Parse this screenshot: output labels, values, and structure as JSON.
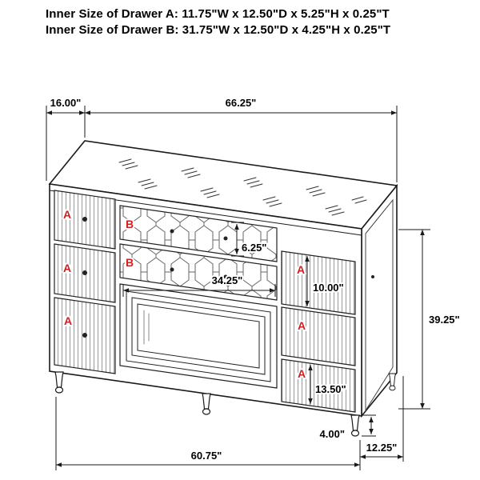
{
  "header": {
    "line1": "Inner Size of Drawer A: 11.75\"W x 12.50\"D x 5.25\"H x 0.25\"T",
    "line2": "Inner Size of Drawer B: 31.75\"W x 12.50\"D x 4.25\"H x 0.25\"T"
  },
  "diagram": {
    "type": "furniture-dimension-drawing",
    "item": "dresser",
    "drawer_labels": {
      "a": "A",
      "b": "B"
    },
    "dimensions": {
      "top_depth": "16.00\"",
      "top_width": "66.25\"",
      "drawer_b_height": "6.25\"",
      "center_section_width": "34.25\"",
      "right_drawer_height": "10.00\"",
      "overall_height": "39.25\"",
      "bottom_right_drawer_height": "13.50\"",
      "leg_height": "4.00\"",
      "base_width": "60.75\"",
      "base_depth": "12.25\""
    },
    "colors": {
      "line": "#1a1a1a",
      "label": "#cc2222",
      "background": "#ffffff"
    }
  }
}
